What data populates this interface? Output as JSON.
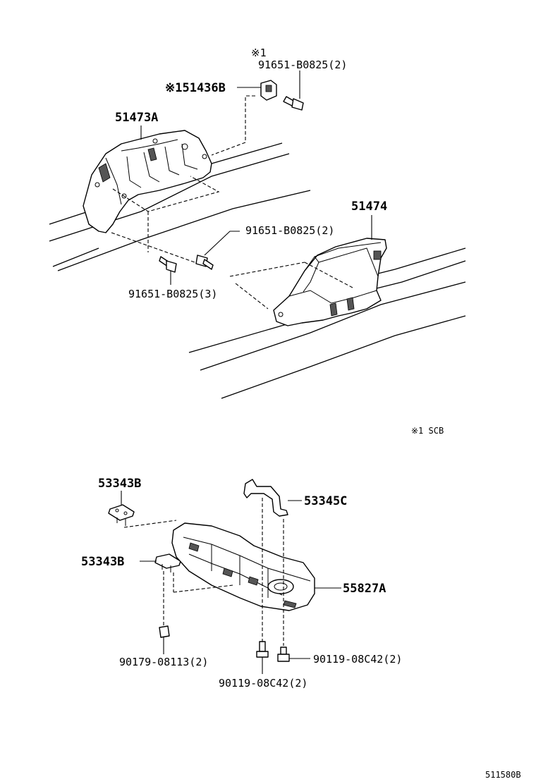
{
  "labels": {
    "scb_mark_top": "※1",
    "bolt_top": "91651-B0825(2)",
    "bracket_scb": "※151436B",
    "bracket_left": "51473A",
    "bracket_right": "51474",
    "bolt_right": "91651-B0825(2)",
    "bolt_left": "91651-B0825(3)",
    "scb_note": "※1  SCB",
    "support_upper": "53343B",
    "support_lower": "53343B",
    "bracket_cover": "53345C",
    "under_cover": "55827A",
    "screw": "90179-08113(2)",
    "bolt_cover_left": "90119-08C42(2)",
    "bolt_cover_right": "90119-08C42(2)",
    "illustration_id": "511580B"
  }
}
